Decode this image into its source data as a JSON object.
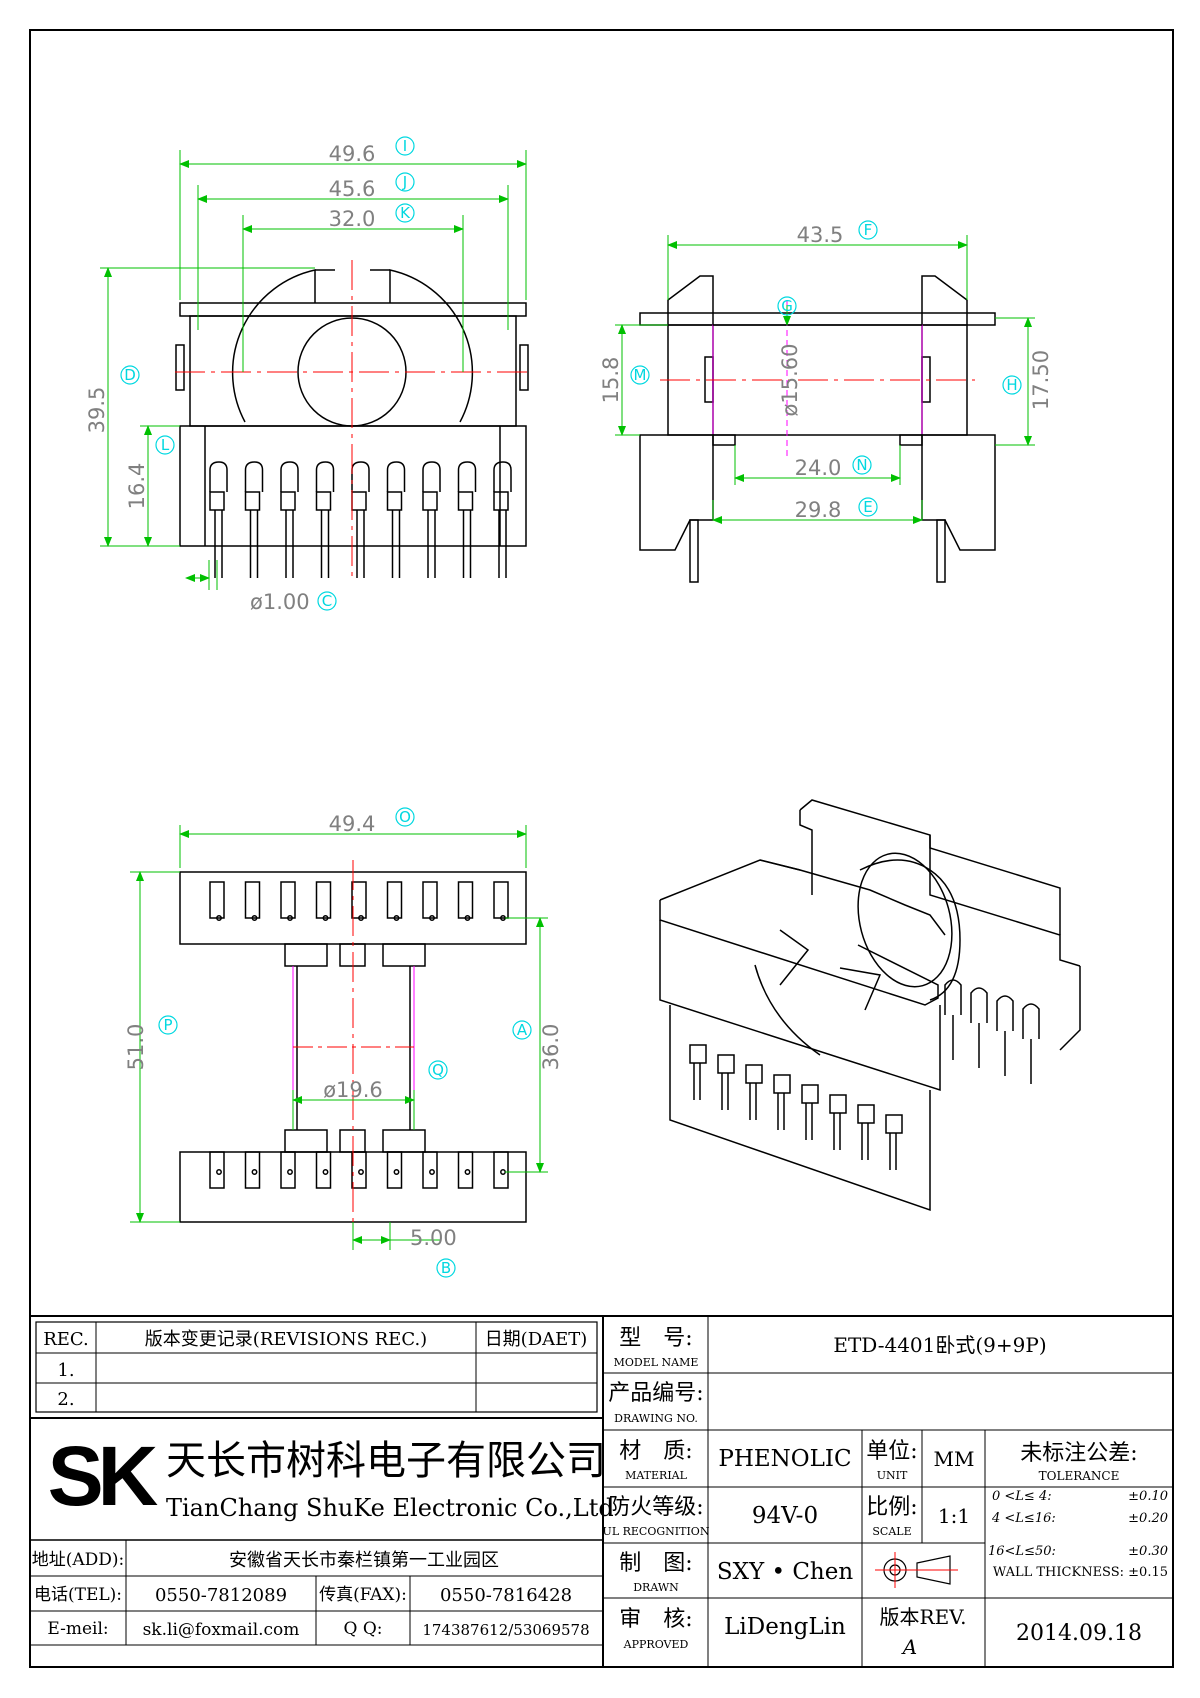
{
  "dimensions": {
    "I": {
      "letter": "I",
      "value": "49.6"
    },
    "J": {
      "letter": "J",
      "value": "45.6"
    },
    "K": {
      "letter": "K",
      "value": "32.0"
    },
    "D": {
      "letter": "D",
      "value": "39.5"
    },
    "L": {
      "letter": "L",
      "value": "16.4"
    },
    "C": {
      "letter": "C",
      "value": "ø1.00"
    },
    "F": {
      "letter": "F",
      "value": "43.5"
    },
    "G": {
      "letter": "G",
      "value": "ø15.60"
    },
    "M": {
      "letter": "M",
      "value": "15.8"
    },
    "H": {
      "letter": "H",
      "value": "17.50"
    },
    "N": {
      "letter": "N",
      "value": "24.0"
    },
    "E": {
      "letter": "E",
      "value": "29.8"
    },
    "O": {
      "letter": "O",
      "value": "49.4"
    },
    "P": {
      "letter": "P",
      "value": "51.0"
    },
    "A": {
      "letter": "A",
      "value": "36.0"
    },
    "Q": {
      "letter": "Q",
      "value": "ø19.6"
    },
    "B": {
      "letter": "B",
      "value": "5.00"
    }
  },
  "title_block": {
    "revisions": {
      "rec_header": "REC.",
      "title_header": "版本变更记录(REVISIONS REC.)",
      "date_header": "日期(DAET)",
      "rows": [
        "1.",
        "2."
      ]
    },
    "company": {
      "logo": "SK",
      "name_cn": "天长市树科电子有限公司",
      "name_en": "TianChang ShuKe Electronic Co.,Ltd"
    },
    "address": {
      "label": "地址(ADD):",
      "value": "安徽省天长市秦栏镇第一工业园区"
    },
    "tel": {
      "label": "电话(TEL):",
      "value": "0550-7812089"
    },
    "fax": {
      "label": "传真(FAX):",
      "value": "0550-7816428"
    },
    "email": {
      "label": "E-meil:",
      "value": "sk.li@foxmail.com"
    },
    "qq": {
      "label": "Q Q:",
      "value": "174387612/53069578"
    },
    "model": {
      "label_cn": "型　号:",
      "label_en": "MODEL NAME",
      "value": "ETD-4401卧式(9+9P)"
    },
    "drawing_no": {
      "label_cn": "产品编号:",
      "label_en": "DRAWING NO.",
      "value": ""
    },
    "material": {
      "label_cn": "材　质:",
      "label_en": "MATERIAL",
      "value": "PHENOLIC"
    },
    "unit": {
      "label_cn": "单位:",
      "label_en": "UNIT",
      "value": "MM"
    },
    "ul": {
      "label_cn": "防火等级:",
      "label_en": "UL RECOGNITION",
      "value": "94V-0"
    },
    "scale": {
      "label_cn": "比例:",
      "label_en": "SCALE",
      "value": "1:1"
    },
    "drawn": {
      "label_cn": "制　图:",
      "label_en": "DRAWN",
      "value": "SXY • Chen"
    },
    "approved": {
      "label_cn": "审　核:",
      "label_en": "APPROVED",
      "value": "LiDengLin"
    },
    "revision": {
      "label": "版本REV.",
      "value": "A"
    },
    "date": {
      "value": "2014.09.18"
    },
    "tolerance": {
      "title_cn": "未标注公差:",
      "title_en": "TOLERANCE",
      "rows": [
        {
          "range": "0 <L≤ 4:",
          "tol": "±0.10"
        },
        {
          "range": "4 <L≤16:",
          "tol": "±0.20"
        },
        {
          "range": "16<L≤50:",
          "tol": "±0.30"
        }
      ],
      "wall": "WALL THICKNESS: ±0.15"
    }
  },
  "colors": {
    "outline": "#000000",
    "dimension_line": "#00c000",
    "center_line": "#ff0000",
    "hidden_line": "#ff00ff",
    "callout": "#00d8e0",
    "dimension_text": "#808080"
  }
}
